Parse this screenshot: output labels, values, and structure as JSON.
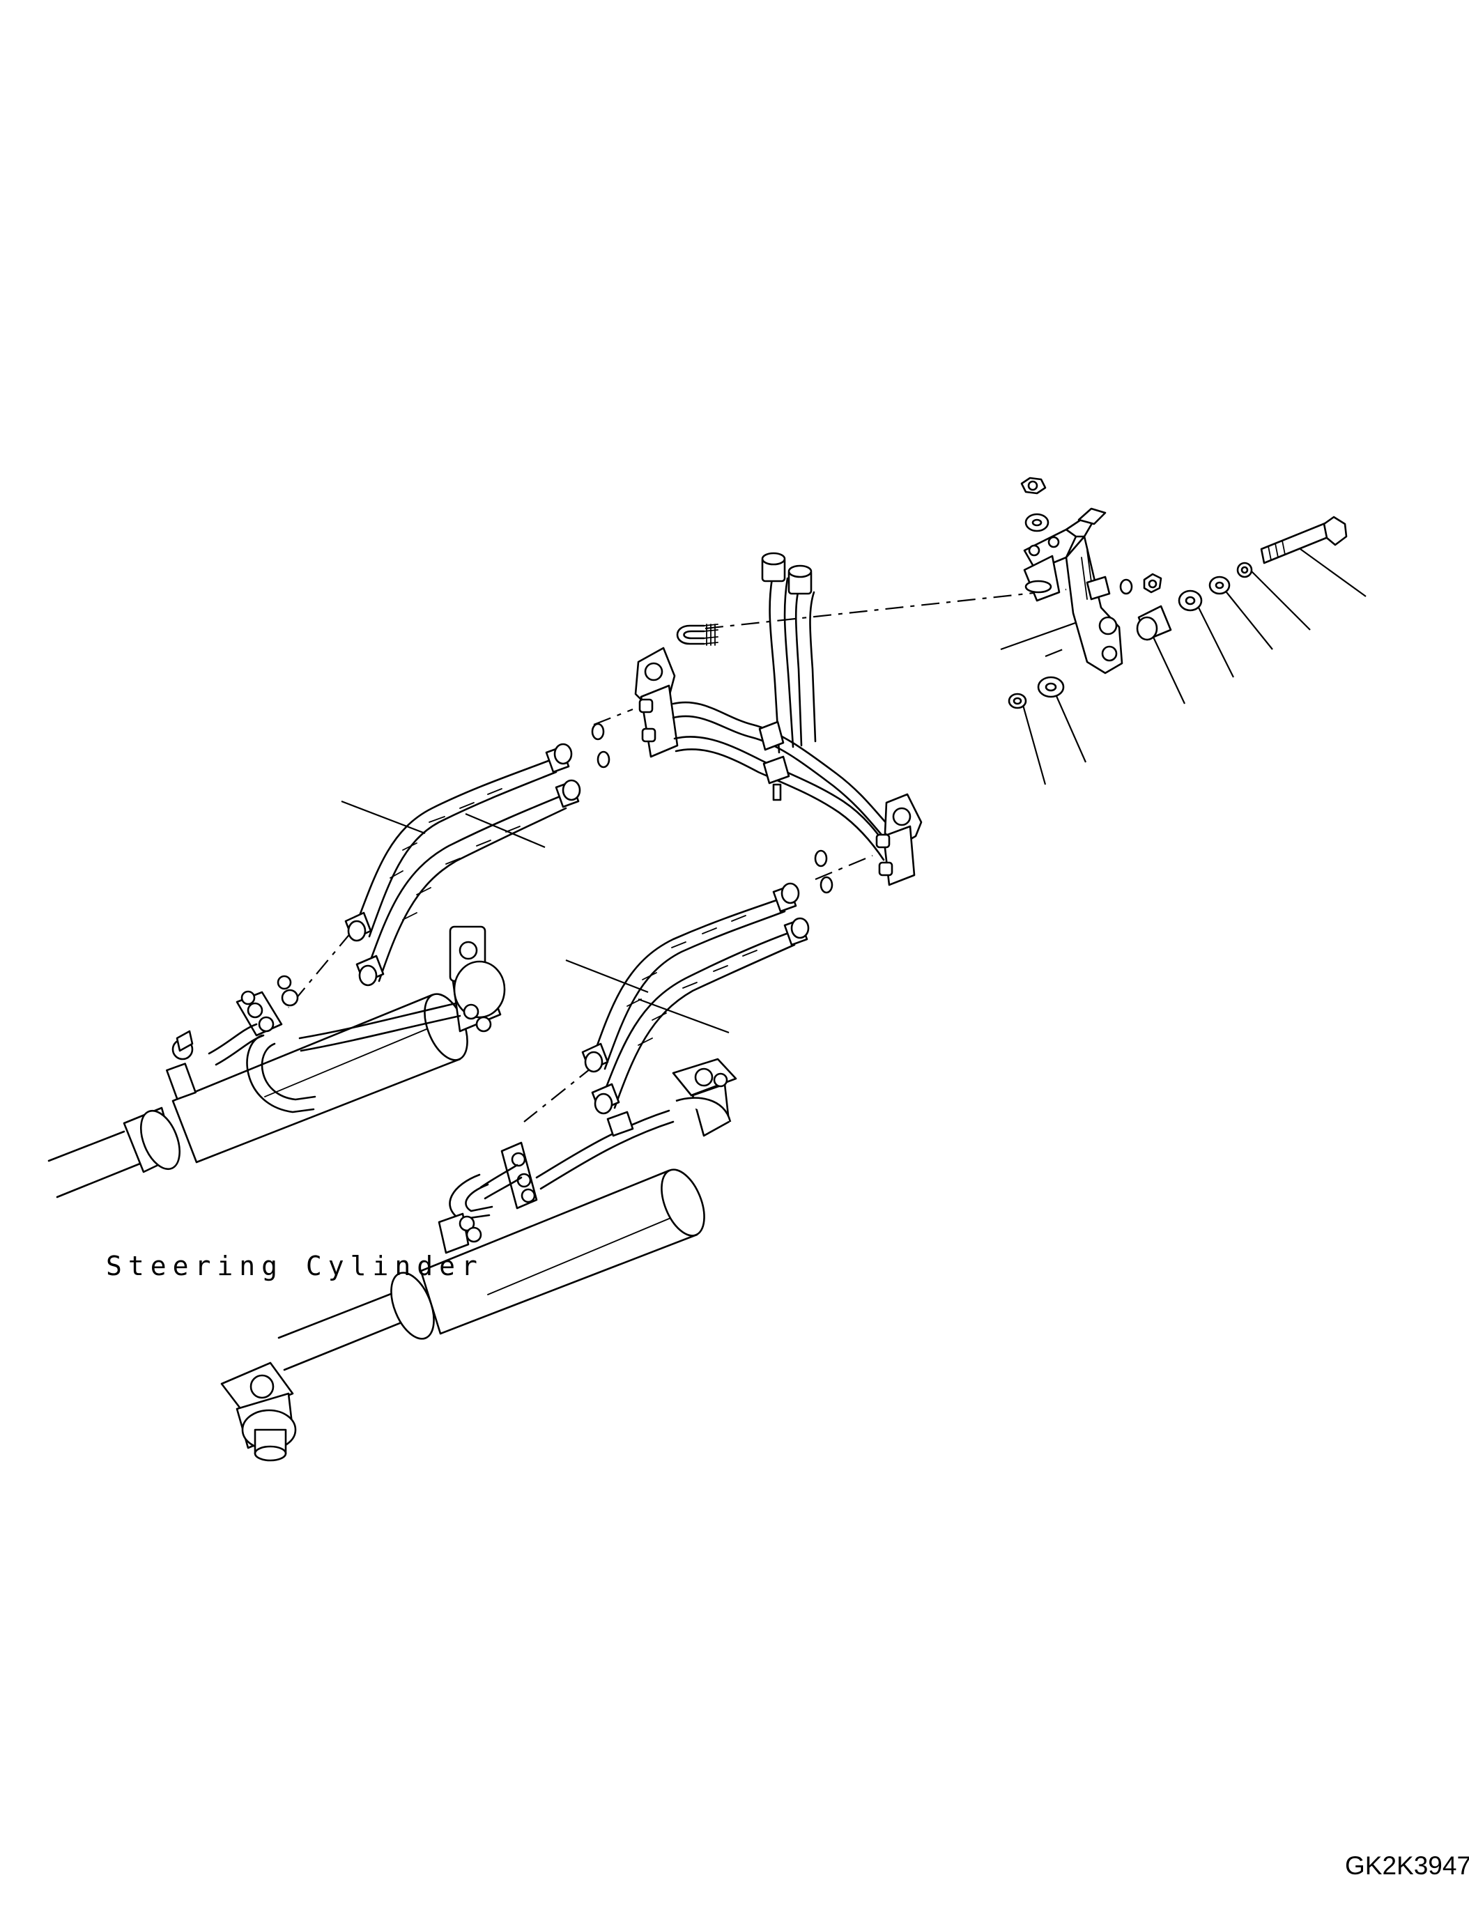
{
  "diagram": {
    "caption": "Steering Cylinder",
    "drawing_number": "GK2K3947"
  },
  "parts": [
    "upper-left-hoses",
    "lower-right-hoses",
    "center-pipe-assembly",
    "u-bolt",
    "mounting-bracket",
    "bolt",
    "washer",
    "spacer",
    "nut",
    "left-steering-cylinder",
    "right-steering-cylinder"
  ]
}
